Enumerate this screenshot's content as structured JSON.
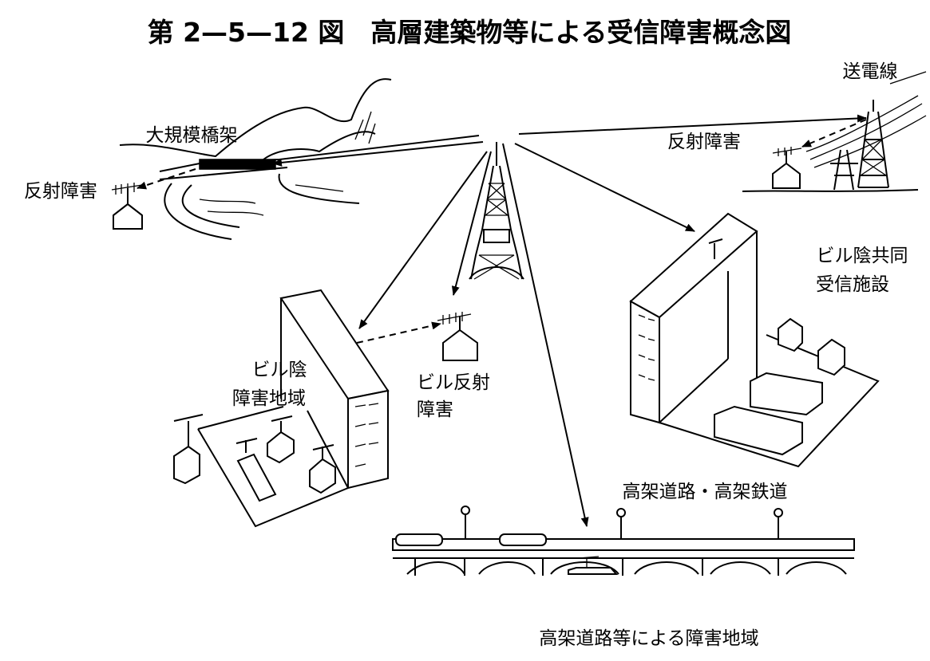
{
  "title": "第 2—5—12 図　高層建築物等による受信障害概念図",
  "labels": {
    "power_line": "送電線",
    "power_reflection": "反射障害",
    "bridge": "大規模橋架",
    "bridge_reflection": "反射障害",
    "shadow_common_line1": "ビル陰共同",
    "shadow_common_line2": "受信施設",
    "shadow_area_line1": "ビル陰",
    "shadow_area_line2": "障害地域",
    "building_reflection_line1": "ビル反射",
    "building_reflection_line2": "障害",
    "elevated_roads": "高架道路・高架鉄道",
    "elevated_area": "高架道路等による障害地域"
  }
}
